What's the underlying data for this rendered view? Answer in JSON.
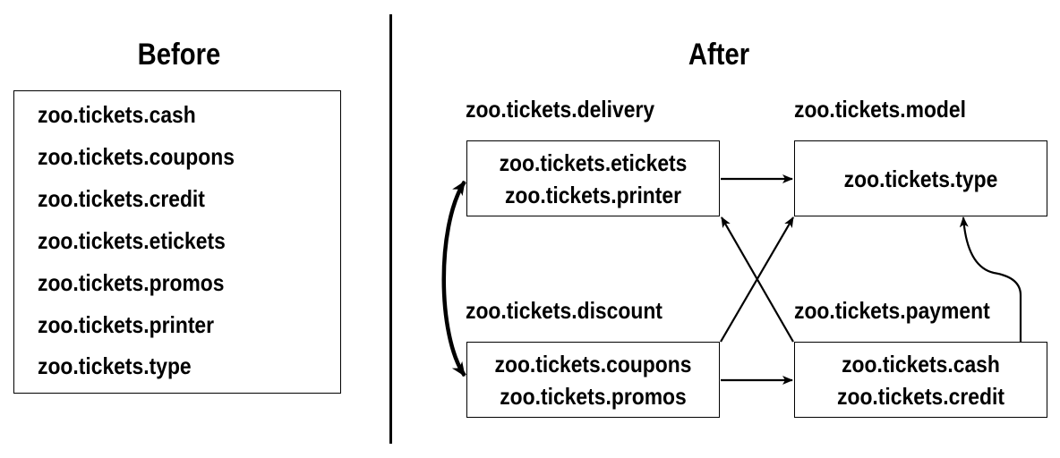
{
  "before": {
    "heading": "Before",
    "items": [
      "zoo.tickets.cash",
      "zoo.tickets.coupons",
      "zoo.tickets.credit",
      "zoo.tickets.etickets",
      "zoo.tickets.promos",
      "zoo.tickets.printer",
      "zoo.tickets.type"
    ]
  },
  "after": {
    "heading": "After",
    "modules": {
      "delivery": {
        "name": "zoo.tickets.delivery",
        "packages": [
          "zoo.tickets.etickets",
          "zoo.tickets.printer"
        ]
      },
      "model": {
        "name": "zoo.tickets.model",
        "packages": [
          "zoo.tickets.type"
        ]
      },
      "discount": {
        "name": "zoo.tickets.discount",
        "packages": [
          "zoo.tickets.coupons",
          "zoo.tickets.promos"
        ]
      },
      "payment": {
        "name": "zoo.tickets.payment",
        "packages": [
          "zoo.tickets.cash",
          "zoo.tickets.credit"
        ]
      }
    }
  },
  "colors": {
    "ink": "#000000",
    "background": "#ffffff"
  }
}
